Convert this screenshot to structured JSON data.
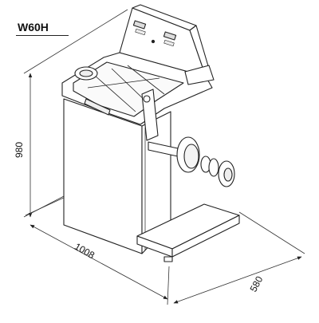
{
  "model": "W60H",
  "dimensions": {
    "height": "980",
    "length": "1008",
    "depth": "580"
  }
}
